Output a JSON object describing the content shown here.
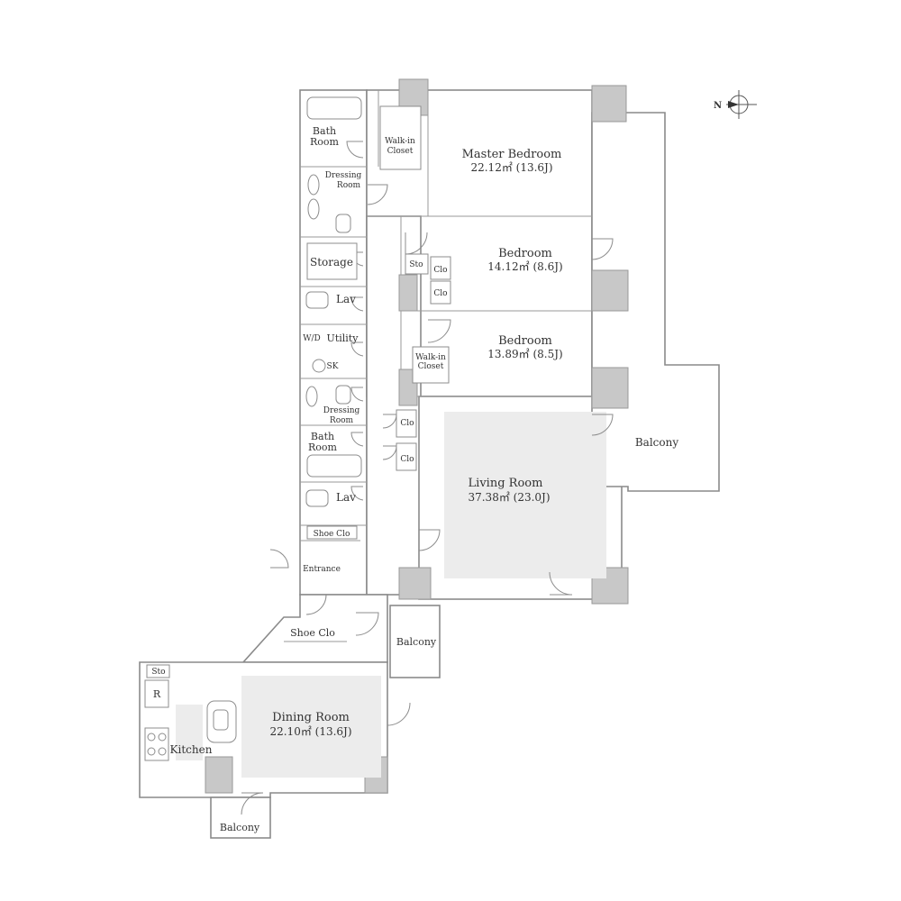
{
  "compass": {
    "north_label": "N"
  },
  "rooms": {
    "master_bedroom": {
      "name": "Master Bedroom",
      "area": "22.12㎡ (13.6J)"
    },
    "bedroom_1": {
      "name": "Bedroom",
      "area": "14.12㎡ (8.6J)"
    },
    "bedroom_2": {
      "name": "Bedroom",
      "area": "13.89㎡ (8.5J)"
    },
    "living_room": {
      "name": "Living Room",
      "area": "37.38㎡ (23.0J)"
    },
    "dining_room": {
      "name": "Dining Room",
      "area": "22.10㎡ (13.6J)"
    }
  },
  "labels": {
    "bath_room_1": [
      "Bath",
      "Room"
    ],
    "dressing_room_1": [
      "Dressing",
      "Room"
    ],
    "walk_in_closet_1": [
      "Walk-in",
      "Closet"
    ],
    "storage": "Storage",
    "lav_1": "Lav",
    "wd": "W/D",
    "utility": "Utility",
    "sk": "SK",
    "dressing_room_2": [
      "Dressing",
      "Room"
    ],
    "bath_room_2": [
      "Bath",
      "Room"
    ],
    "lav_2": "Lav",
    "shoe_clo_small": "Shoe Clo",
    "entrance": "Entrance",
    "shoe_clo": "Shoe Clo",
    "sto_bedroom": "Sto",
    "clo_bedroom_1": "Clo",
    "clo_bedroom_2": "Clo",
    "walk_in_closet_2": [
      "Walk-in",
      "Closet"
    ],
    "clo_hall_1": "Clo",
    "clo_hall_2": "Clo",
    "balcony_east": "Balcony",
    "balcony_mid": "Balcony",
    "balcony_south": "Balcony",
    "sto_kitchen": "Sto",
    "fridge": "R",
    "kitchen": "Kitchen"
  }
}
